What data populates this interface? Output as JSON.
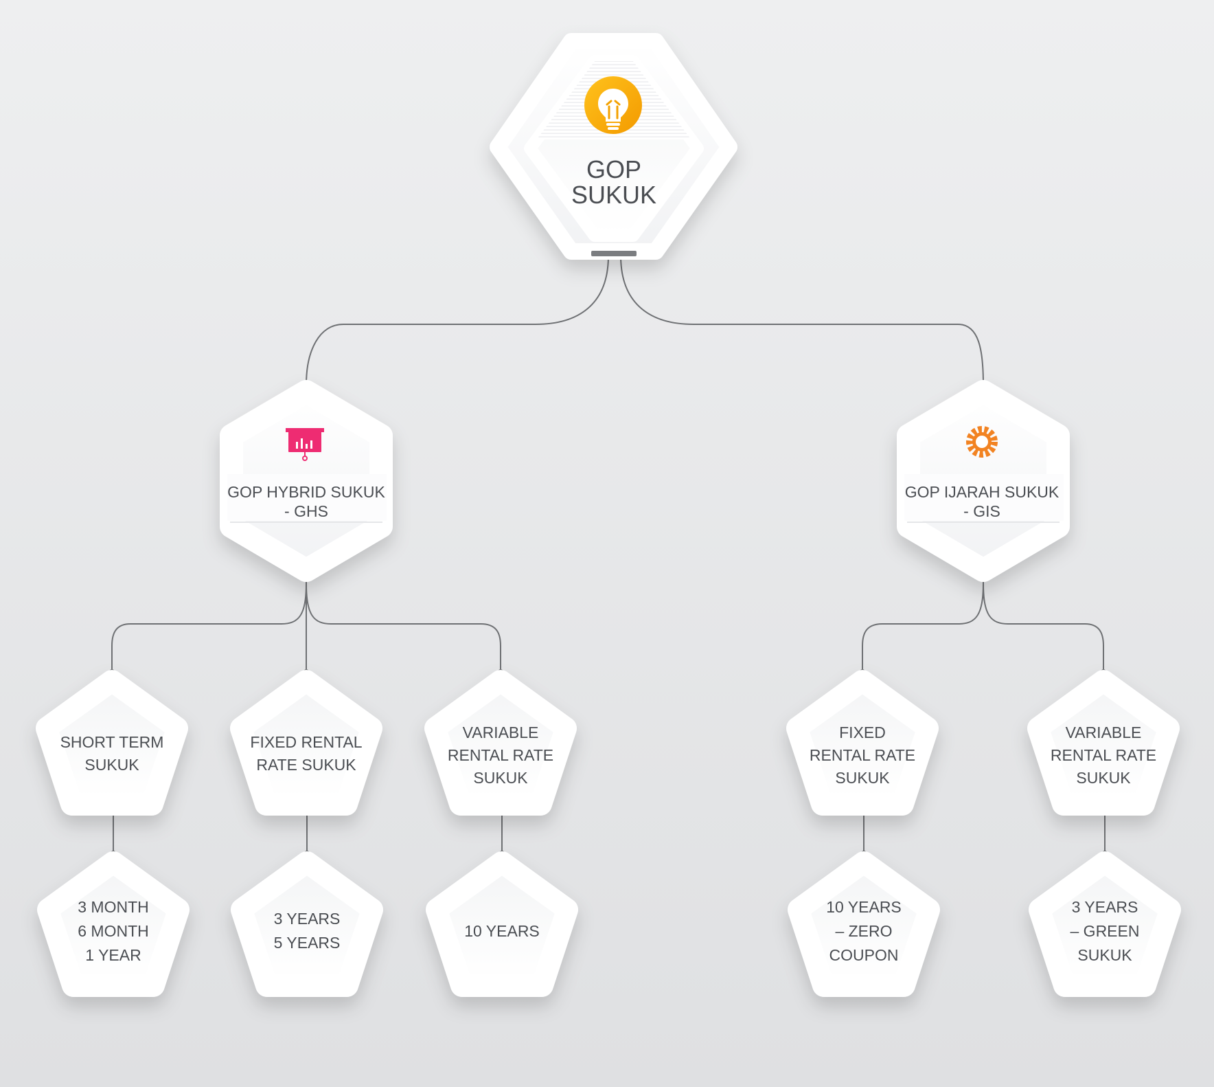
{
  "diagram": {
    "root": {
      "icon": "lightbulb-icon",
      "icon_color": "#f7a400",
      "lines": [
        "GOP",
        "SUKUK"
      ]
    },
    "branches": [
      {
        "icon": "presentation-board-icon",
        "icon_color": "#ee2c72",
        "lines": [
          "GOP HYBRID SUKUK",
          "- GHS"
        ],
        "children": [
          {
            "lines": [
              "SHORT TERM",
              "SUKUK"
            ],
            "tenor": [
              "3 MONTH",
              "6 MONTH",
              "1 YEAR"
            ]
          },
          {
            "lines": [
              "FIXED RENTAL",
              "RATE SUKUK"
            ],
            "tenor": [
              "3 YEARS",
              "5 YEARS"
            ]
          },
          {
            "lines": [
              "VARIABLE",
              "RENTAL RATE",
              "SUKUK"
            ],
            "tenor": [
              "10 YEARS"
            ]
          }
        ]
      },
      {
        "icon": "gear-icon",
        "icon_color": "#f28322",
        "lines": [
          "GOP IJARAH SUKUK",
          "- GIS"
        ],
        "children": [
          {
            "lines": [
              "FIXED",
              "RENTAL RATE",
              "SUKUK"
            ],
            "tenor": [
              "10 YEARS",
              "– ZERO",
              "COUPON"
            ]
          },
          {
            "lines": [
              "VARIABLE",
              "RENTAL RATE",
              "SUKUK"
            ],
            "tenor": [
              "3 YEARS",
              "– GREEN",
              "SUKUK"
            ]
          }
        ]
      }
    ]
  }
}
